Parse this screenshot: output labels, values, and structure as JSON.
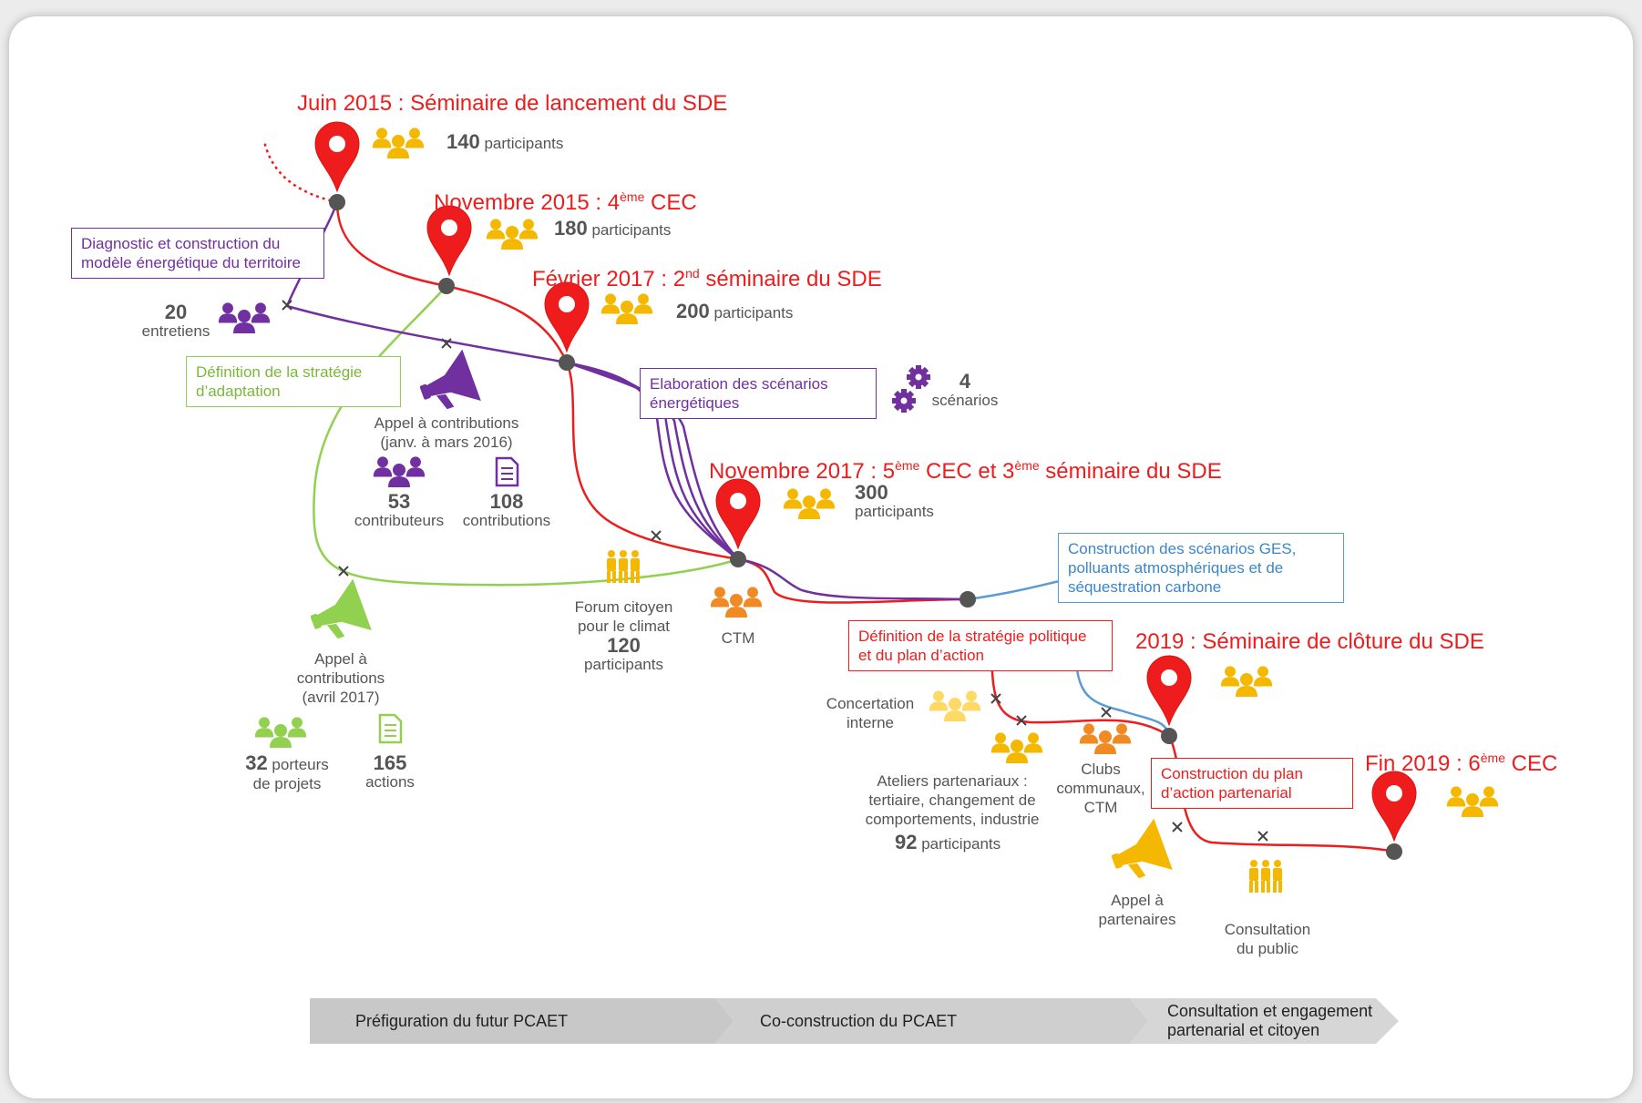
{
  "milestones": {
    "m1": {
      "title": "Juin 2015 : Séminaire de lancement du SDE",
      "count": "140",
      "unit": "participants"
    },
    "m2": {
      "pre": "Novembre 2015 : 4",
      "sup": "ème",
      "post": " CEC",
      "count": "180",
      "unit": "participants"
    },
    "m3": {
      "pre": "Février 2017 : 2",
      "sup": "nd",
      "post": " séminaire du SDE",
      "count": "200",
      "unit": "participants"
    },
    "m4": {
      "pre": "Novembre 2017 : 5",
      "sup": "ème",
      "mid": " CEC et 3",
      "sup2": "ème",
      "post": " séminaire du SDE",
      "count": "300",
      "unit": "participants"
    },
    "m5": {
      "title": "2019 : Séminaire de clôture du SDE"
    },
    "m6": {
      "pre": "Fin 2019 : 6",
      "sup": "ème",
      "post": " CEC"
    }
  },
  "boxes": {
    "diagnostic": [
      "Diagnostic et construction du",
      "modèle énergétique du territoire"
    ],
    "adaptation": [
      "Définition de la stratégie",
      "d’adaptation"
    ],
    "scenarios": [
      "Elaboration des scénarios",
      "énergétiques"
    ],
    "ges": [
      "Construction des scénarios GES,",
      "polluants atmosphériques et de",
      "séquestration carbone"
    ],
    "politique": [
      "Définition de la stratégie politique",
      "et du plan d’action"
    ],
    "partenarial": [
      "Construction du plan",
      "d’action partenarial"
    ]
  },
  "stats": {
    "entretiens_count": "20",
    "entretiens_label": "entretiens",
    "scenarios_count": "4",
    "scenarios_label": "scénarios",
    "appel2016": [
      "Appel à contributions",
      "(janv. à mars 2016)"
    ],
    "contributeurs_count": "53",
    "contributeurs_label": "contributeurs",
    "contributions_count": "108",
    "contributions_label": "contributions",
    "forum": [
      "Forum citoyen",
      "pour le climat"
    ],
    "forum_count": "120",
    "forum_label": "participants",
    "ctm": "CTM",
    "appel2017": [
      "Appel à",
      "contributions",
      "(avril 2017)"
    ],
    "porteurs_count": "32",
    "porteurs_label1": "porteurs",
    "porteurs_label2": "de projets",
    "actions_count": "165",
    "actions_label": "actions",
    "concertation": [
      "Concertation",
      "interne"
    ],
    "ateliers": [
      "Ateliers partenariaux :",
      "tertiaire, changement de",
      "comportements, industrie"
    ],
    "ateliers_count": "92",
    "ateliers_label": "participants",
    "clubs": [
      "Clubs",
      "communaux,",
      "CTM"
    ],
    "appel_part": [
      "Appel à",
      "partenaires"
    ],
    "consultation": [
      "Consultation",
      "du public"
    ]
  },
  "phases": {
    "p1": "Préfiguration du futur PCAET",
    "p2": "Co-construction du PCAET",
    "p3": [
      "Consultation et engagement",
      "partenarial et citoyen"
    ]
  },
  "colors": {
    "red": "#ee1c1c",
    "purple": "#7030a0",
    "green": "#92d050",
    "blue": "#5b9bd5",
    "yellow": "#f5b800",
    "orange": "#f08a24",
    "gray": "#555555"
  }
}
